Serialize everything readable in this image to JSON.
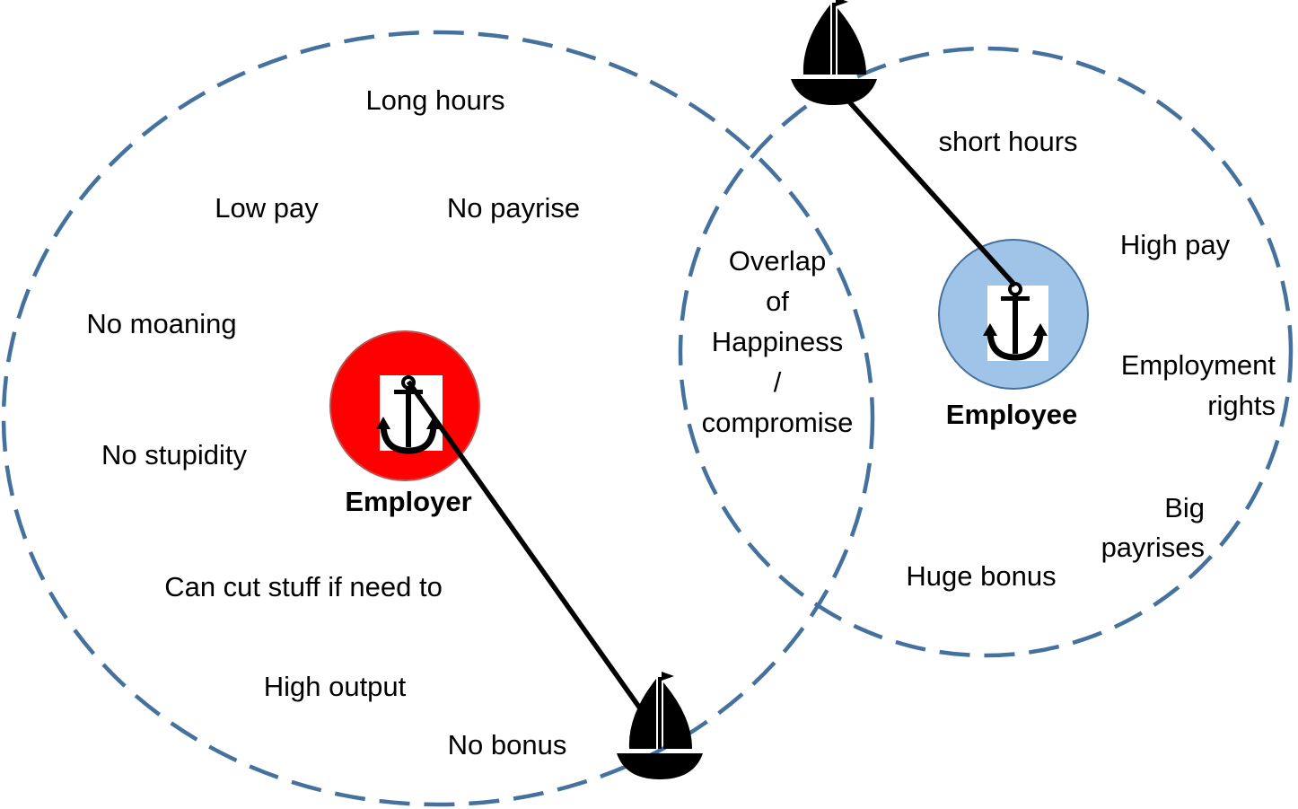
{
  "colors": {
    "circle_outline": "#44719e",
    "employer_anchor_fill": "#ff0000",
    "employer_anchor_stroke": "#c0504d",
    "employee_anchor_fill": "#9fc4e8",
    "employee_anchor_stroke": "#44719e",
    "line": "#000000"
  },
  "employer": {
    "name": "Employer",
    "items": [
      "Long hours",
      "Low pay",
      "No payrise",
      "No moaning",
      "No stupidity",
      "Can cut stuff if need to",
      "High output",
      "No bonus"
    ]
  },
  "employee": {
    "name": "Employee",
    "items": [
      "short hours",
      "High pay",
      "Employment",
      "rights",
      "Big",
      "payrises",
      "Huge bonus"
    ]
  },
  "overlap": {
    "lines": [
      "Overlap",
      "of",
      "Happiness",
      "/",
      "compromise"
    ]
  },
  "icons": {
    "anchor": "anchor-icon",
    "boat": "sailboat-icon"
  }
}
